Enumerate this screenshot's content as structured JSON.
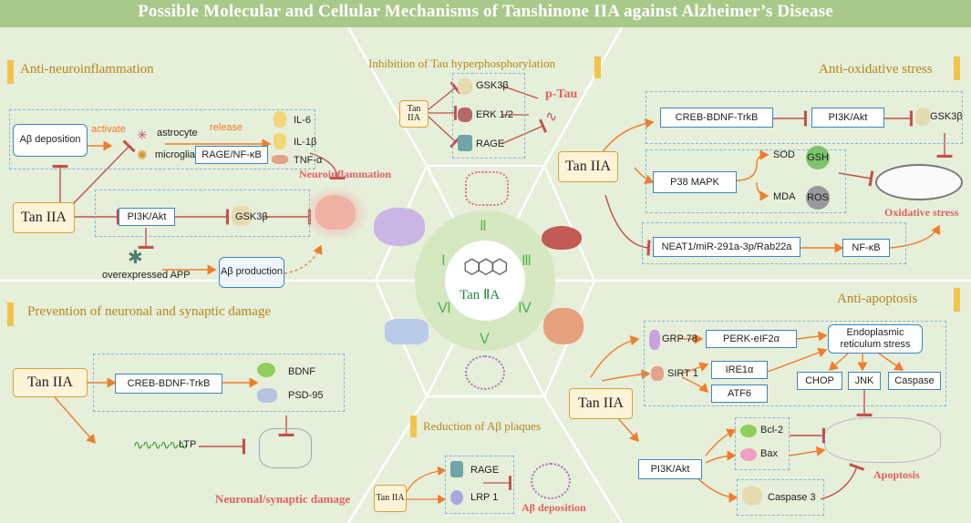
{
  "title": "Possible Molecular and Cellular Mechanisms of  Tanshinone IIA against Alzheimer’s Disease",
  "sections": {
    "neuroinflammation": "Anti-neuroinflammation",
    "tau": "Inhibition of Tau hyperphosphorylation",
    "oxidative": "Anti-oxidative stress",
    "neuronal": "Prevention of neuronal and synaptic damage",
    "abeta": "Reduction of Aβ plaques",
    "apoptosis": "Anti-apoptosis"
  },
  "center": {
    "label": "Tan ⅡA",
    "numerals": [
      "Ⅰ",
      "Ⅱ",
      "Ⅲ",
      "Ⅳ",
      "Ⅴ",
      "Ⅵ"
    ]
  },
  "neuroinflammation": {
    "drug": "Tan IIA",
    "abeta_deposition": "Aβ deposition",
    "activate": "activate",
    "astrocyte": "astrocyte",
    "microglia": "microglia",
    "rage_nfkb": "RAGE/NF-κB",
    "release": "release",
    "il6": "IL-6",
    "il1b": "IL-1β",
    "tnfa": "TNF-α",
    "pi3k": "PI3K/Akt",
    "gsk3b": "GSK3β",
    "app": "overexpressed APP",
    "abeta_production": "Aβ production",
    "outcome": "Neuroinflammation"
  },
  "tau": {
    "drug": "Tan IIA",
    "gsk3b": "GSK3β",
    "erk": "ERK 1/2",
    "rage": "RAGE",
    "ptau": "p-Tau"
  },
  "oxidative": {
    "drug": "Tan IIA",
    "creb": "CREB-BDNF-TrkB",
    "pi3k": "PI3K/Akt",
    "gsk3b": "GSK3β",
    "p38": "P38 MAPK",
    "sod": "SOD",
    "gsh": "GSH",
    "mda": "MDA",
    "ros": "ROS",
    "neat": "NEAT1/miR-291a-3p/Rab22a",
    "nfkb": "NF-κB",
    "outcome": "Oxidative stress"
  },
  "neuronal": {
    "drug": "Tan IIA",
    "creb": "CREB-BDNF-TrkB",
    "bdnf": "BDNF",
    "psd": "PSD-95",
    "ltp": "LTP",
    "outcome": "Neuronal/synaptic damage"
  },
  "abeta": {
    "drug": "Tan IIA",
    "rage": "RAGE",
    "lrp": "LRP 1",
    "outcome": "Aβ deposition"
  },
  "apoptosis": {
    "drug": "Tan IIA",
    "grp": "GRP 78",
    "perk": "PERK-eIF2α",
    "er": "Endoplasmic reticulum stress",
    "sirt": "SIRT 1",
    "ire": "IRE1α",
    "atf": "ATF6",
    "chop": "CHOP",
    "jnk": "JNK",
    "caspase": "Caspase",
    "pi3k": "PI3K/Akt",
    "bcl": "Bcl-2",
    "bax": "Bax",
    "casp3": "Caspase 3",
    "outcome": "Apoptosis"
  },
  "colors": {
    "title_band": "#a9c98a",
    "panel": "#e6efd9",
    "section_title": "#b5861a",
    "box_border": "#3d86c4",
    "drug_fill": "#fdf3d7",
    "arrow": "#ef7d2c",
    "inhibit": "#c0504d",
    "outcome": "#e06262"
  }
}
